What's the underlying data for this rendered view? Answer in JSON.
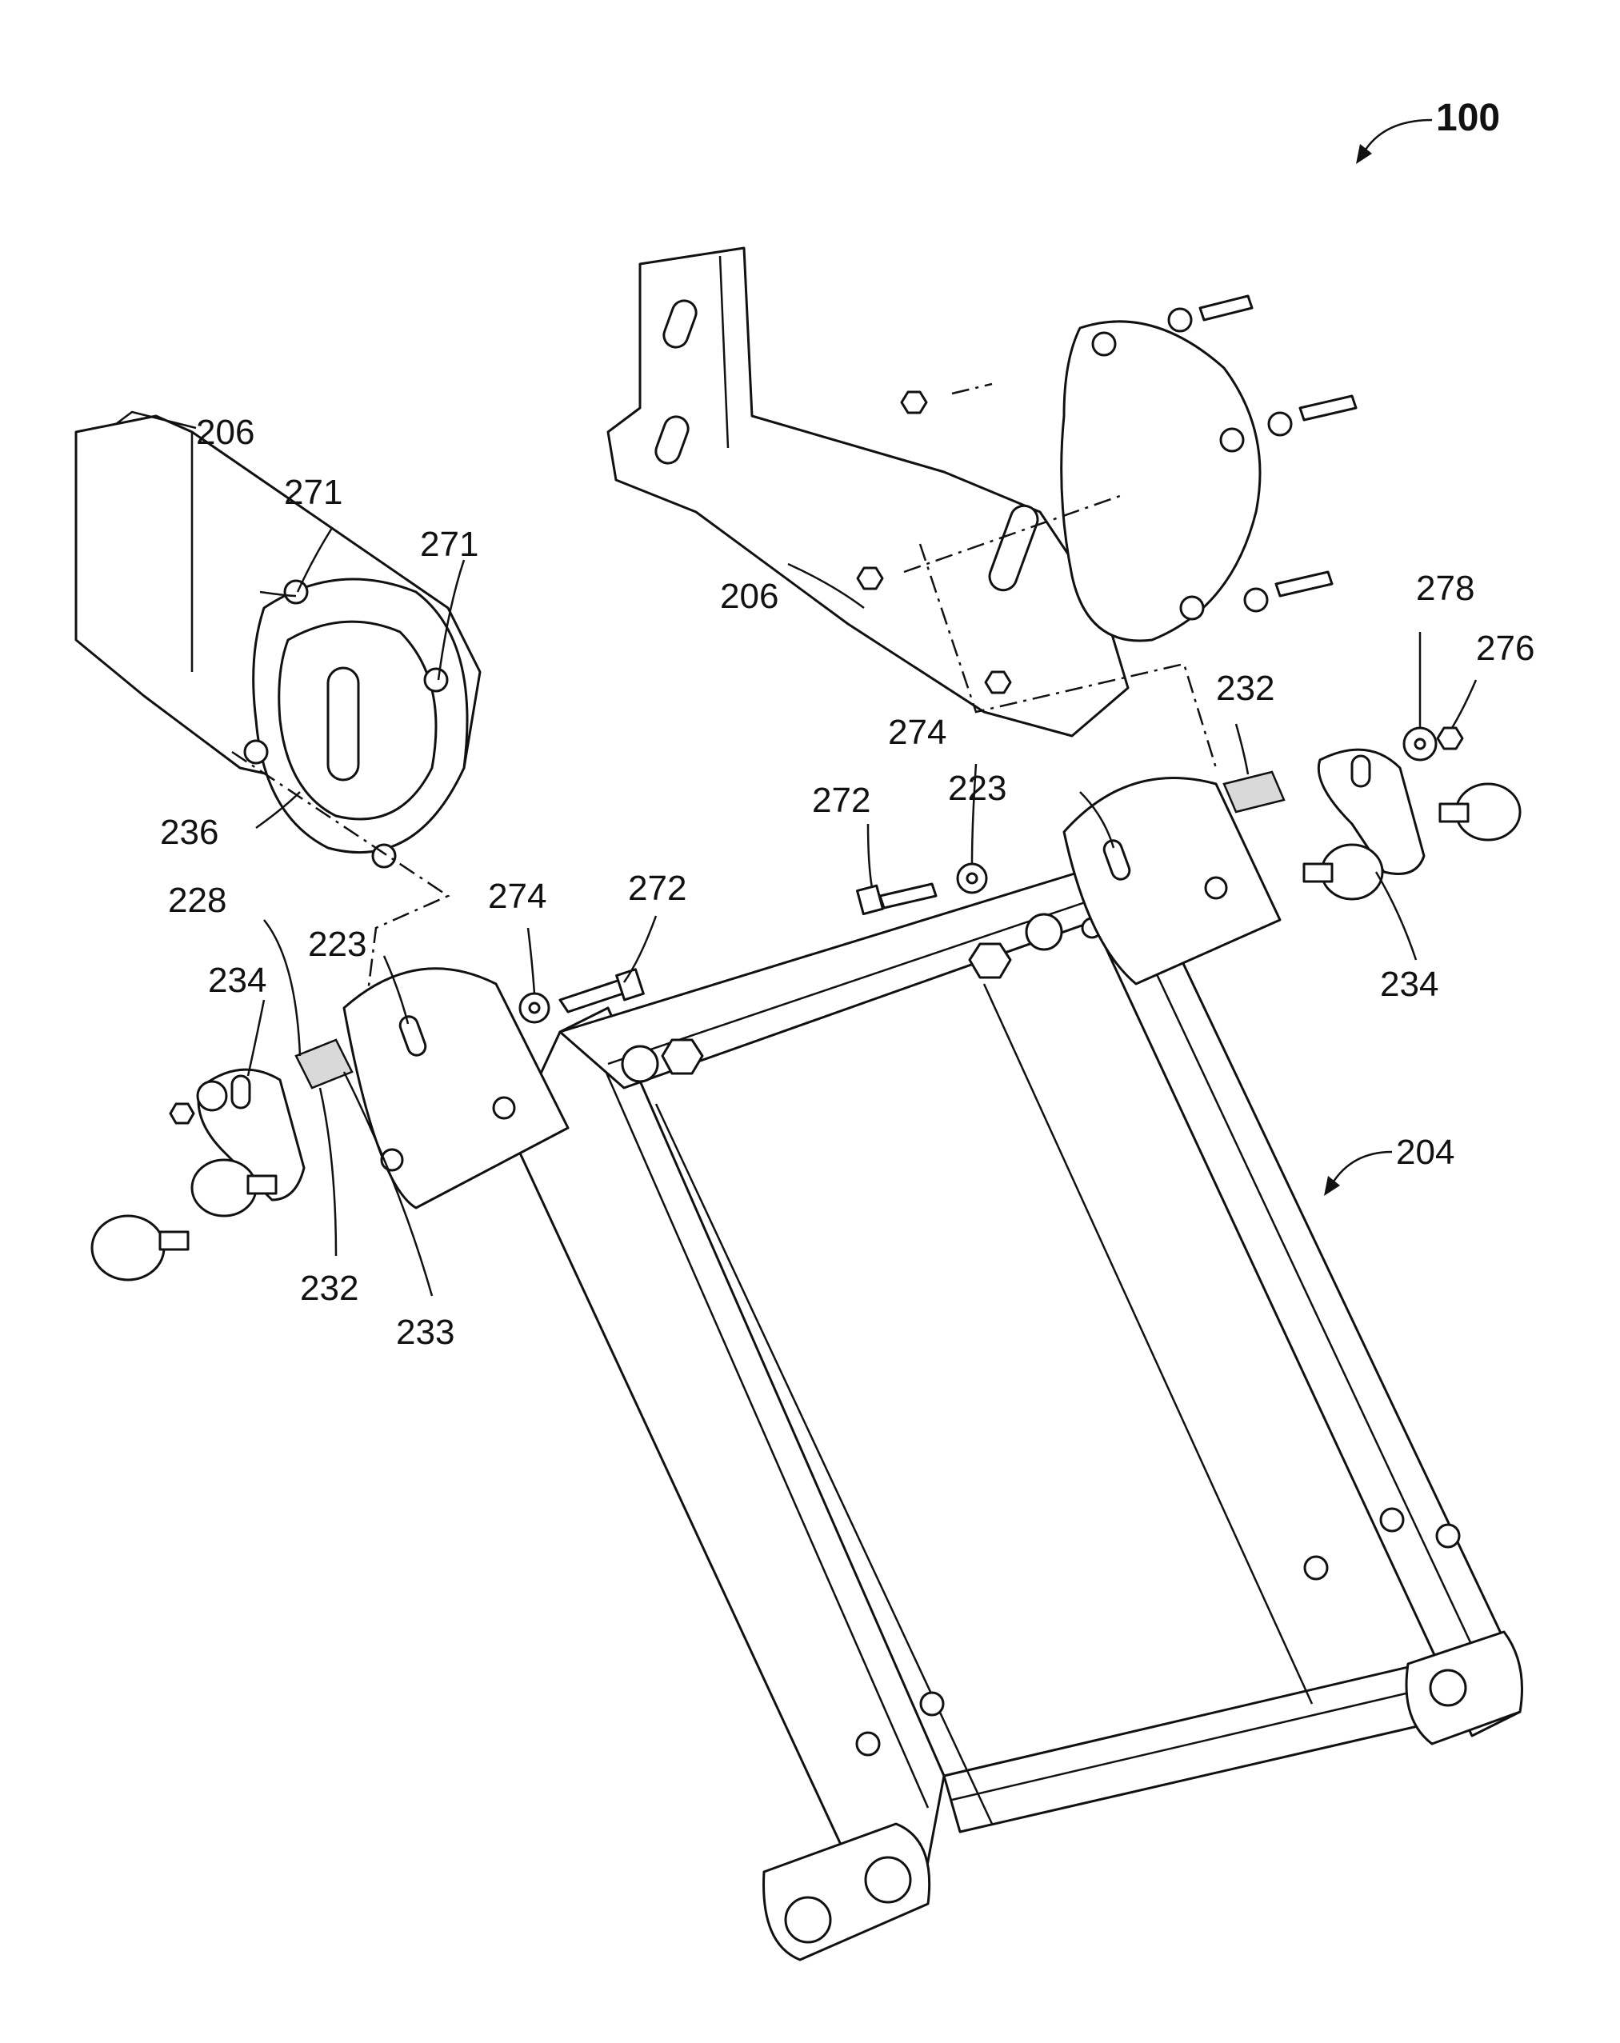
{
  "labels": {
    "ref_100": "100",
    "ref_204": "204",
    "ref_206_left": "206",
    "ref_206_right": "206",
    "ref_271_a": "271",
    "ref_271_b": "271",
    "ref_236": "236",
    "ref_228": "228",
    "ref_223_left": "223",
    "ref_223_right": "223",
    "ref_234_left": "234",
    "ref_234_right": "234",
    "ref_232_left": "232",
    "ref_232_right": "232",
    "ref_233": "233",
    "ref_274_left": "274",
    "ref_274_right": "274",
    "ref_272_left": "272",
    "ref_272_right": "272",
    "ref_278": "278",
    "ref_276": "276"
  }
}
